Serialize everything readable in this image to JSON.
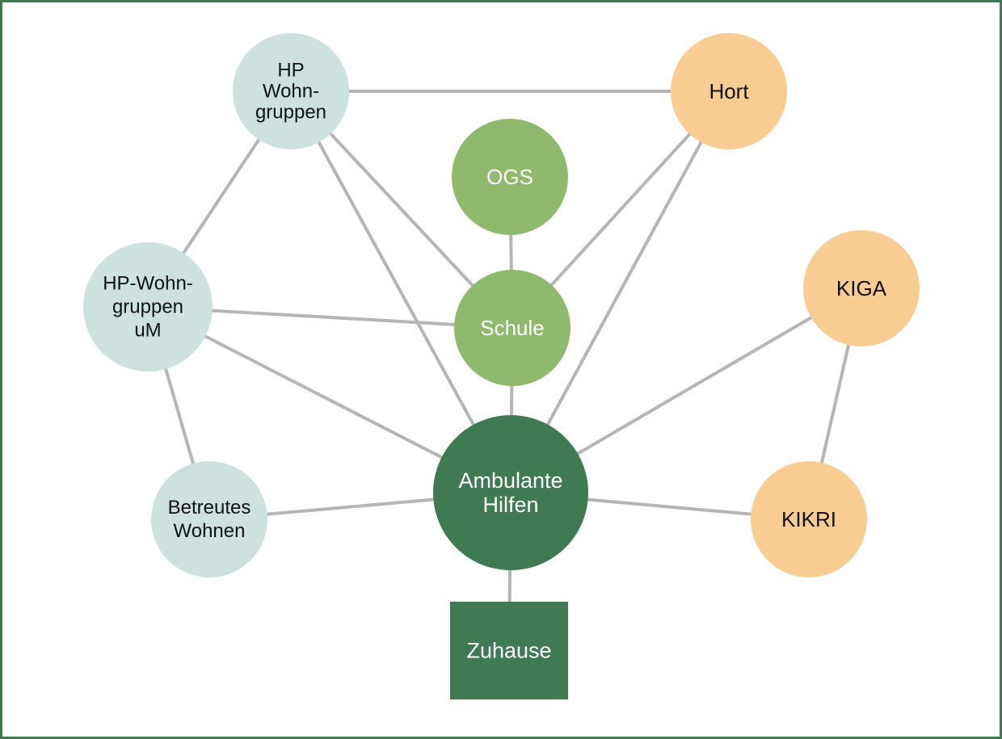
{
  "colors": {
    "frame": "#3f7a52",
    "edge": "#b5b5b5",
    "light_blue": "#cde1de",
    "light_green": "#8fba6e",
    "dark_green": "#3f7a52",
    "orange": "#f9cc93",
    "text_dark": "#111111",
    "text_light": "#ffffff"
  },
  "nodes": {
    "hp_wohngruppen": {
      "lines": [
        "HP",
        "Wohn-",
        "gruppen"
      ],
      "fill": "light_blue",
      "text": "text_dark"
    },
    "hort": {
      "lines": [
        "Hort"
      ],
      "fill": "orange",
      "text": "text_dark"
    },
    "ogs": {
      "lines": [
        "OGS"
      ],
      "fill": "light_green",
      "text": "text_light"
    },
    "hp_wohngruppen_um": {
      "lines": [
        "HP-Wohn-",
        "gruppen",
        "uM"
      ],
      "fill": "light_blue",
      "text": "text_dark"
    },
    "schule": {
      "lines": [
        "Schule"
      ],
      "fill": "light_green",
      "text": "text_light"
    },
    "kiga": {
      "lines": [
        "KIGA"
      ],
      "fill": "orange",
      "text": "text_dark"
    },
    "ambulante_hilfen": {
      "lines": [
        "Ambulante",
        "Hilfen"
      ],
      "fill": "dark_green",
      "text": "text_light"
    },
    "betreutes_wohnen": {
      "lines": [
        "Betreutes",
        "Wohnen"
      ],
      "fill": "light_blue",
      "text": "text_dark"
    },
    "kikri": {
      "lines": [
        "KIKRI"
      ],
      "fill": "orange",
      "text": "text_dark"
    },
    "zuhause": {
      "lines": [
        "Zuhause"
      ],
      "fill": "dark_green",
      "text": "text_light"
    }
  },
  "edges": [
    [
      "hp_wohngruppen",
      "hort"
    ],
    [
      "hp_wohngruppen",
      "hp_wohngruppen_um"
    ],
    [
      "hp_wohngruppen",
      "schule"
    ],
    [
      "hp_wohngruppen",
      "ambulante_hilfen"
    ],
    [
      "hort",
      "schule"
    ],
    [
      "hort",
      "ambulante_hilfen"
    ],
    [
      "ogs",
      "schule"
    ],
    [
      "hp_wohngruppen_um",
      "schule"
    ],
    [
      "hp_wohngruppen_um",
      "ambulante_hilfen"
    ],
    [
      "hp_wohngruppen_um",
      "betreutes_wohnen"
    ],
    [
      "schule",
      "ambulante_hilfen"
    ],
    [
      "kiga",
      "ambulante_hilfen"
    ],
    [
      "kiga",
      "kikri"
    ],
    [
      "betreutes_wohnen",
      "ambulante_hilfen"
    ],
    [
      "ambulante_hilfen",
      "kikri"
    ],
    [
      "ambulante_hilfen",
      "zuhause"
    ]
  ]
}
